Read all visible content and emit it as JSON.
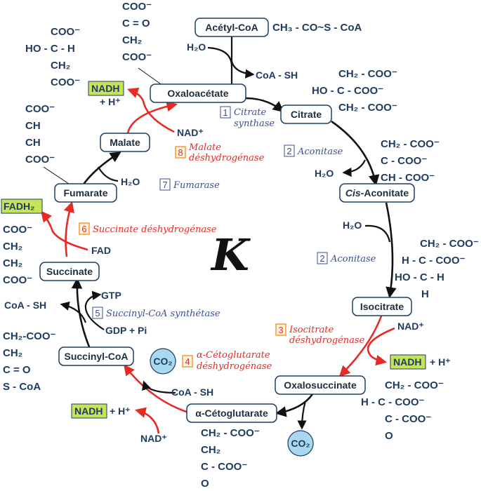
{
  "title": "K",
  "colors": {
    "flow": "#111111",
    "redox": "#e52b24",
    "formula": "#1f3b60",
    "enzyme_blue": "#3d4f8e",
    "cofactor_box": "#c6e35a",
    "co2_circle": "#a9d9f0"
  },
  "nodes": {
    "acetyl_coa": "Acétyl-CoA",
    "citrate": "Citrate",
    "cis_aconitate_prefix": "Cis",
    "cis_aconitate_suffix": "-Aconitate",
    "isocitrate": "Isocitrate",
    "oxalosuccinate": "Oxalosuccinate",
    "alpha_ketoglutarate": "α-Cétoglutarate",
    "succinyl_coa": "Succinyl-CoA",
    "succinate": "Succinate",
    "fumarate": "Fumarate",
    "malate": "Malate",
    "oxaloacetate": "Oxaloacétate"
  },
  "enzymes": [
    {
      "num": "1",
      "lines": [
        "Citrate",
        "synthase"
      ]
    },
    {
      "num": "2",
      "lines": [
        "Aconitase"
      ]
    },
    {
      "num": "2",
      "lines": [
        "Aconitase"
      ]
    },
    {
      "num": "3",
      "lines": [
        "Isocitrate",
        "déshydrogénase"
      ]
    },
    {
      "num": "4",
      "lines": [
        "α-Cétoglutarate",
        "déshydrogénase"
      ]
    },
    {
      "num": "5",
      "lines": [
        "Succinyl-CoA synthétase"
      ]
    },
    {
      "num": "6",
      "lines": [
        "Succinate déshydrogénase"
      ]
    },
    {
      "num": "7",
      "lines": [
        "Fumarase"
      ]
    },
    {
      "num": "8",
      "lines": [
        "Malate",
        "déshydrogénase"
      ]
    }
  ],
  "cofactors": {
    "h2o": "H₂O",
    "coa_sh": "CoA - SH",
    "nad_plus": "NAD⁺",
    "nadh": "NADH",
    "h_plus": "+ H⁺",
    "co2": "CO₂",
    "gtp": "GTP",
    "gdp_pi": "GDP + Pi",
    "fad": "FAD",
    "fadh2": "FADH₂"
  },
  "formulas": {
    "acetyl_coa": [
      "CH₃ - CO~S - CoA"
    ],
    "oxaloacetate": [
      "COO⁻",
      "C = O",
      "CH₂",
      "COO⁻"
    ],
    "malate": [
      "COO⁻",
      "HO - C - H",
      "CH₂",
      "COO⁻"
    ],
    "citrate": [
      "CH₂ - COO⁻",
      "HO - C - COO⁻",
      "CH₂ - COO⁻"
    ],
    "fumarate": [
      "COO⁻",
      "CH",
      "CH",
      "COO⁻"
    ],
    "cis_aconitate": [
      "CH₂ - COO⁻",
      "C - COO⁻",
      "CH - COO⁻"
    ],
    "succinate": [
      "COO⁻",
      "CH₂",
      "CH₂",
      "COO⁻"
    ],
    "isocitrate": [
      "CH₂ - COO⁻",
      "H - C - COO⁻",
      "HO - C - H",
      "H"
    ],
    "succinyl_coa": [
      "CH₂-COO⁻",
      "CH₂",
      "C = O",
      "S - CoA"
    ],
    "oxalosuccinate": [
      "CH₂ - COO⁻",
      "H - C - COO⁻",
      "C - COO⁻",
      "O"
    ],
    "alpha_ketoglutarate": [
      "CH₂ - COO⁻",
      "CH₂",
      "C - COO⁻",
      "O"
    ]
  }
}
